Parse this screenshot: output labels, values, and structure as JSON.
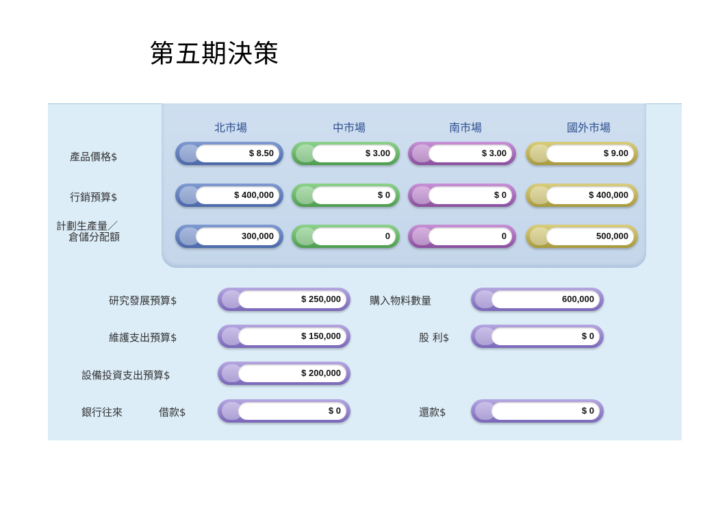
{
  "title": "第五期決策",
  "markets": {
    "headers": [
      "北市場",
      "中市場",
      "南市場",
      "國外市場"
    ]
  },
  "rows": [
    {
      "label": "產品價格$",
      "values": [
        "$  8.50",
        "$  3.00",
        "$  3.00",
        "$  9.00"
      ]
    },
    {
      "label": "行銷預算$",
      "values": [
        "$ 400,000",
        "$ 0",
        "$ 0",
        "$ 400,000"
      ]
    },
    {
      "label_line1": "計劃生產量／",
      "label_line2": "倉儲分配額",
      "values": [
        "300,000",
        "0",
        "0",
        "500,000"
      ]
    }
  ],
  "bottom": {
    "rnd_label": "研究發展預算$",
    "rnd_value": "$ 250,000",
    "material_label": "購入物料數量",
    "material_value": "600,000",
    "maintenance_label": "維護支出預算$",
    "maintenance_value": "$ 150,000",
    "dividend_label": "股 利$",
    "dividend_value": "$ 0",
    "equipment_label": "設備投資支出預算$",
    "equipment_value": "$ 200,000",
    "bank_label": "銀行往來",
    "loan_label": "借款$",
    "loan_value": "$ 0",
    "repay_label": "還款$",
    "repay_value": "$ 0"
  },
  "colors": {
    "north": "#4b68a9",
    "central": "#4d9d4e",
    "south": "#8a4f9e",
    "foreign": "#a79a3e",
    "other": "#7a67b9",
    "panel": "#dcedf8"
  }
}
